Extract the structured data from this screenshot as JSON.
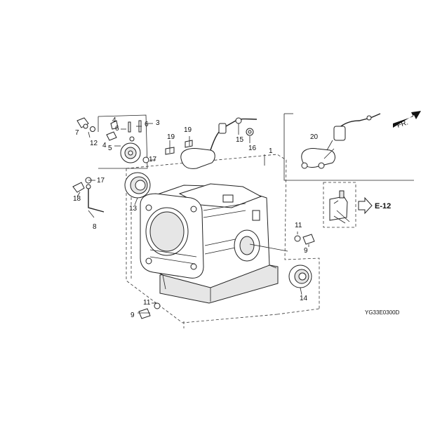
{
  "diagram": {
    "code": "YG33E0300D",
    "fr_label": "FR.",
    "ref_label": "E-12",
    "callouts": [
      "1",
      "3",
      "4",
      "4",
      "5",
      "6",
      "6",
      "7",
      "8",
      "9",
      "9",
      "11",
      "11",
      "12",
      "13",
      "14",
      "15",
      "16",
      "17",
      "17",
      "18",
      "19",
      "19",
      "20"
    ]
  },
  "colors": {
    "line": "#222222",
    "background": "#ffffff",
    "shade": "#e6e6e6"
  }
}
